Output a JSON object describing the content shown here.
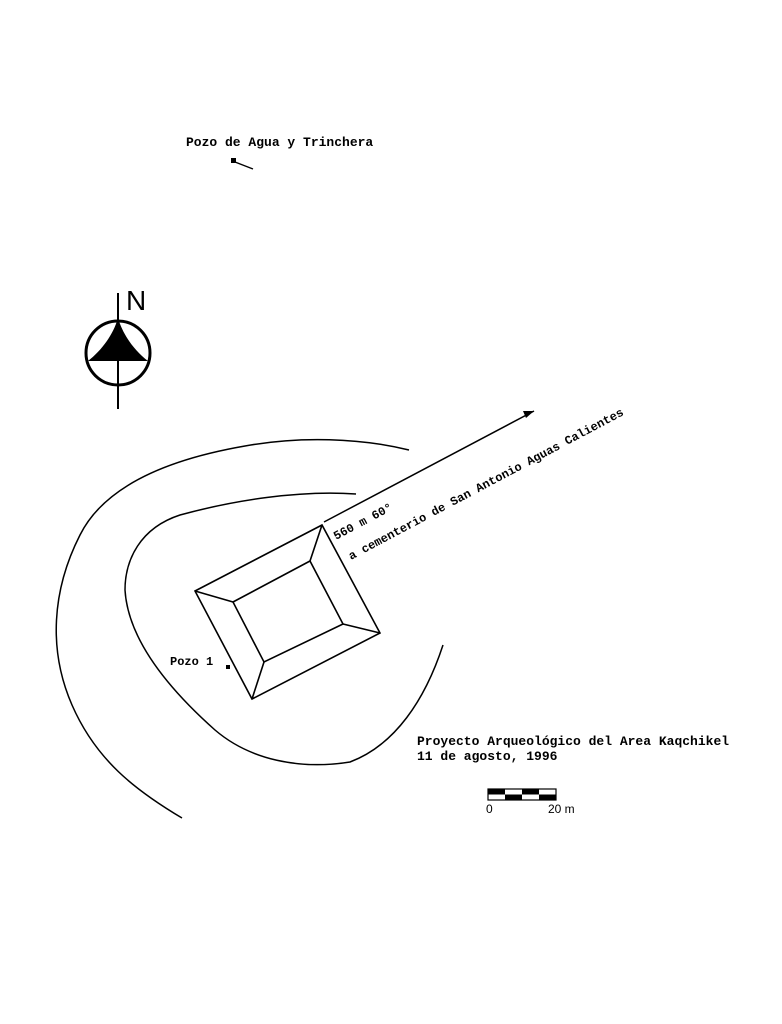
{
  "labels": {
    "well_and_trench": "Pozo de Agua y Trinchera",
    "north": "N",
    "distance": "560 m 60°",
    "destination": "a cementerio de San Antonio Aguas Calientes",
    "pit": "Pozo 1",
    "project_line1": "Proyecto Arqueológico del Area Kaqchikel",
    "project_line2": "11 de agosto, 1996"
  },
  "scale_bar": {
    "start_label": "0",
    "end_label": "20 m"
  },
  "colors": {
    "ink": "#000000",
    "paper": "#ffffff"
  },
  "icons": {
    "north_arrow": "north-arrow-icon",
    "well_marker": "square-marker-icon",
    "pit_marker": "square-marker-icon"
  }
}
